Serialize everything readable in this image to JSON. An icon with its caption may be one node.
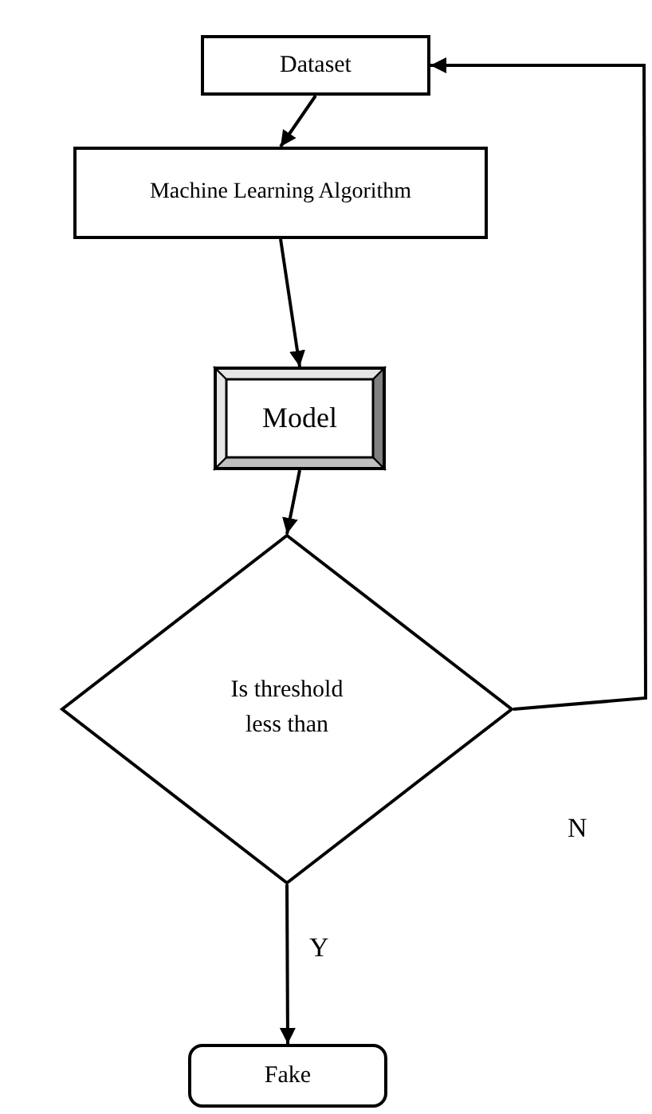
{
  "diagram": {
    "nodes": [
      {
        "text": [
          "Dataset"
        ]
      },
      {
        "text": [
          "Machine Learning Algorithm"
        ]
      },
      {
        "text": [
          "Model"
        ]
      },
      {
        "text": [
          "Is threshold less than"
        ]
      },
      {
        "text": [
          "Fake"
        ]
      }
    ],
    "edges": [
      {
        "from": 0,
        "to": 1,
        "arrow": "to"
      },
      {
        "from": 1,
        "to": 2,
        "arrow": "to"
      },
      {
        "from": 2,
        "to": 3,
        "arrow": "to"
      },
      {
        "from": 3,
        "to": 4,
        "arrow": "to",
        "label": "Y"
      },
      {
        "from": 3,
        "to": 0,
        "arrow": "to",
        "label": "N"
      }
    ]
  }
}
